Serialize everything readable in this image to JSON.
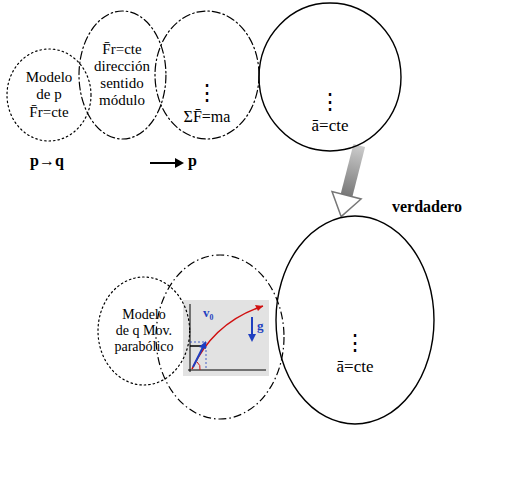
{
  "diagram": {
    "nodes": [
      {
        "text": [
          "Modelo de p",
          "F̄r=cte"
        ]
      },
      {
        "text": [
          "F̄r=cte dirección sentido módulo"
        ]
      },
      {
        "text": [
          "⋮",
          "ΣF̄=ma"
        ]
      },
      {
        "text": [
          "⋮",
          "ā=cte"
        ]
      },
      {
        "text": [
          "Modelo de q Mov. parabólico"
        ]
      },
      {
        "text": [
          "⋮",
          "ā=cte"
        ]
      }
    ],
    "edges": [
      {
        "from": 3,
        "to": 5,
        "arrow": "to",
        "label": "verdadero"
      }
    ],
    "labels": [
      "p→q",
      "p",
      "v₀",
      "g"
    ]
  }
}
